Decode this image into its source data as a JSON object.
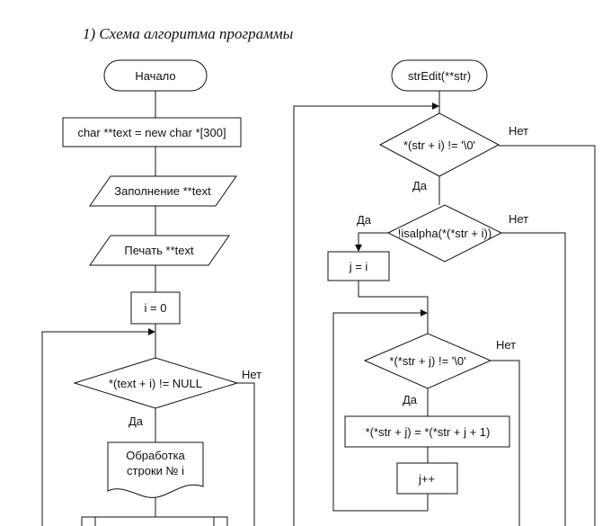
{
  "heading": "1) Схема алгоритма программы",
  "left": {
    "start": "Начало",
    "alloc": "char **text = new char *[300]",
    "fill": "Заполнение **text",
    "print": "Печать **text",
    "init": "i = 0",
    "cond": "*(text + i) != NULL",
    "yes": "Да",
    "no": "Нет",
    "process_line1": "Обработка",
    "process_line2": "строки № i"
  },
  "right": {
    "start": "strEdit(**str)",
    "cond1": "*(str + i) != '\\0'",
    "cond1_yes": "Да",
    "cond1_no": "Нет",
    "cond2": "!isalpha(*(*str + i))",
    "cond2_yes": "Да",
    "cond2_no": "Нет",
    "assign": "j = i",
    "cond3": "*(*str + j) != '\\0'",
    "cond3_yes": "Да",
    "cond3_no": "Нет",
    "shift": "*(*str + j) = *(*str + j + 1)",
    "incr": "j++"
  }
}
